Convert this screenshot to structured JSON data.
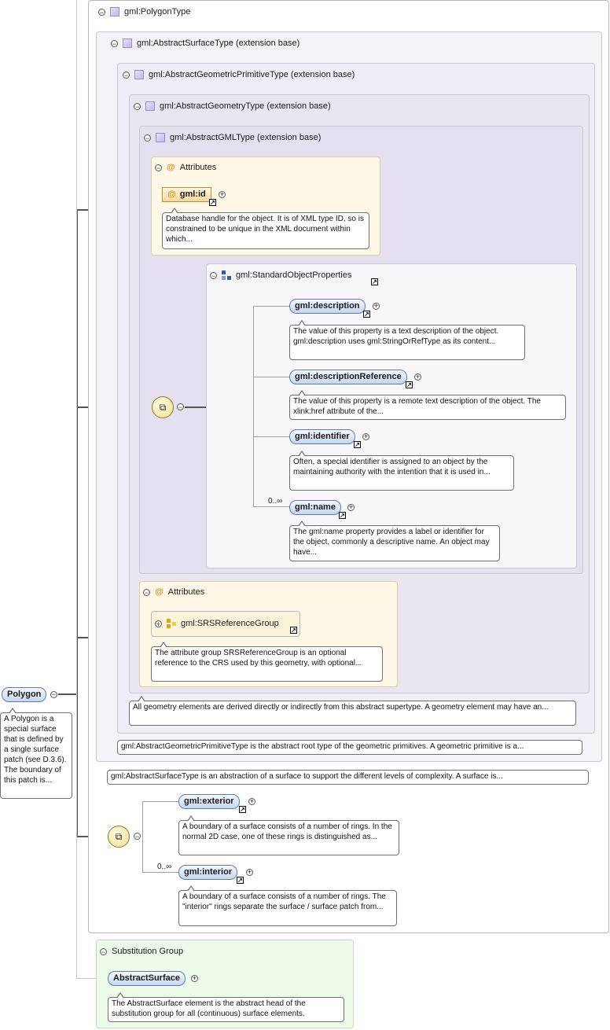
{
  "outer": {
    "title": "gml:PolygonType"
  },
  "level1": {
    "title": "gml:AbstractSurfaceType (extension base)"
  },
  "level2": {
    "title": "gml:AbstractGeometricPrimitiveType (extension base)"
  },
  "level3": {
    "title": "gml:AbstractGeometryType (extension base)"
  },
  "level4": {
    "title": "gml:AbstractGMLType (extension base)"
  },
  "attributes1": {
    "title": "Attributes",
    "id_label": "gml:id",
    "id_note": "Database handle for the object. It is of XML type ID, so is constrained to be unique in the XML document within which..."
  },
  "std_props": {
    "title": "gml:StandardObjectProperties",
    "items": [
      {
        "label": "gml:description",
        "note": "The value of this property is a text description of the object. gml:description uses gml:StringOrRefType as its content..."
      },
      {
        "label": "gml:descriptionReference",
        "note": "The value of this property is a remote text description of the object. The xlink:href attribute of the..."
      },
      {
        "label": "gml:identifier",
        "note": "Often, a special identifier is assigned to an object by the maintaining authority with the intention that it is used in..."
      },
      {
        "label": "gml:name",
        "note": "The gml:name property provides a label or identifier for the object, commonly a descriptive name. An object may have..."
      }
    ],
    "name_mult": "0..∞"
  },
  "attributes2": {
    "title": "Attributes",
    "group_label": "gml:SRSReferenceGroup",
    "group_note": "The attribute group SRSReferenceGroup is an optional reference to the CRS used by this geometry, with optional..."
  },
  "notes": {
    "geometry": "All geometry elements are derived directly or indirectly from this abstract supertype. A geometry element may have an...",
    "primitive": "gml:AbstractGeometricPrimitiveType is the abstract root type of the geometric primitives. A geometric primitive is a...",
    "surface": "gml:AbstractSurfaceType is an abstraction of a surface to support the different levels of complexity. A surface is..."
  },
  "polygon": {
    "label": "Polygon",
    "note": "A Polygon is a special surface that is defined by a single surface patch (see D.3.6). The boundary of this patch is..."
  },
  "rings": {
    "exterior_label": "gml:exterior",
    "exterior_note": "A boundary of a surface consists of a number of rings. In the normal 2D case, one of these rings is distinguished as...",
    "interior_label": "gml:interior",
    "interior_note": "A boundary of a surface consists of a number of rings. The \"interior\" rings separate the surface / surface patch from...",
    "interior_mult": "0..∞"
  },
  "substitution": {
    "title": "Substitution Group",
    "label": "AbstractSurface",
    "note": "The AbstractSurface element is the abstract head of the substitution group for all (continuous) surface elements."
  },
  "symbols": {
    "collapse": "−",
    "expand": "+",
    "ref": "↗",
    "attr": "@",
    "sequence": "⧉"
  },
  "colors": {
    "type_box_border": "#c9c9d3",
    "type_box_bg": "#ece9f4",
    "attributes_bg": "#fff8e6",
    "substitution_bg": "#eefaea",
    "element_pill": "#c6d6ee"
  }
}
